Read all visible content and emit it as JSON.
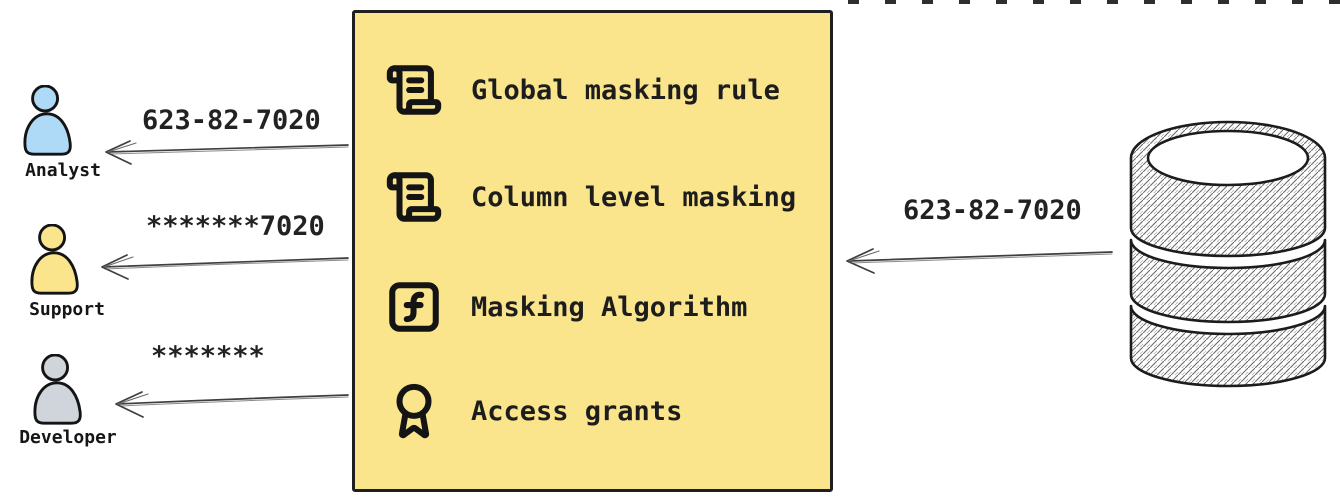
{
  "colors": {
    "box_background": "#FAE58C",
    "analyst_fill": "#AED9F7",
    "support_fill": "#FAE58D",
    "developer_fill": "#CFD5DA",
    "outline": "#1c1c1c",
    "arrow": "#3f3f3f"
  },
  "actors": [
    {
      "name": "Analyst",
      "icon": "person-icon",
      "color": "#AED9F7",
      "received_value": "623-82-7020"
    },
    {
      "name": "Support",
      "icon": "person-icon",
      "color": "#FAE58D",
      "received_value": "*******7020"
    },
    {
      "name": "Developer",
      "icon": "person-icon",
      "color": "#CFD5DA",
      "received_value": "*******"
    }
  ],
  "masking_box": {
    "background": "#FAE58C",
    "items": [
      {
        "icon": "scroll-text-icon",
        "label": "Global masking rule"
      },
      {
        "icon": "scroll-text-icon",
        "label": "Column level masking"
      },
      {
        "icon": "function-square-icon",
        "label": "Masking Algorithm"
      },
      {
        "icon": "award-icon",
        "label": "Access grants"
      }
    ]
  },
  "database": {
    "icon": "database-icon",
    "outgoing_value": "623-82-7020"
  }
}
